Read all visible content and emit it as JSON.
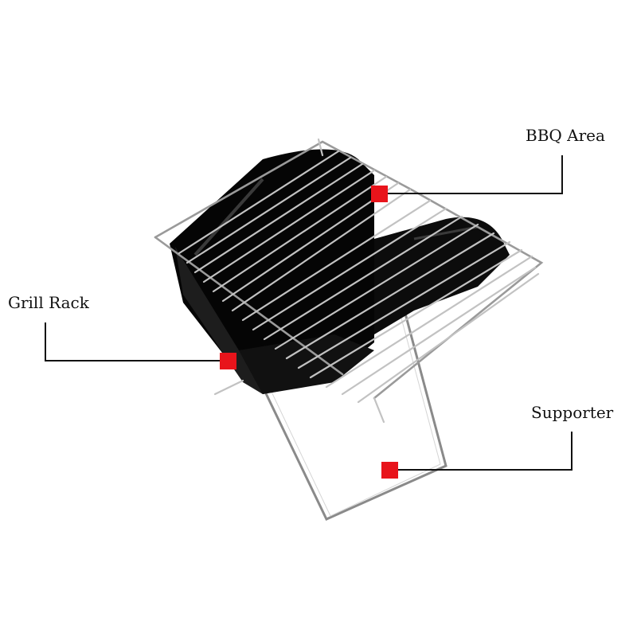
{
  "labels": {
    "bbq_area": "BBQ Area",
    "grill_rack": "Grill Rack",
    "supporter": "Supporter"
  },
  "colors": {
    "marker": "#e8141b",
    "leader_line": "#111111",
    "grill_body": "#0a0a0a",
    "wire": "#b9b9b9"
  }
}
